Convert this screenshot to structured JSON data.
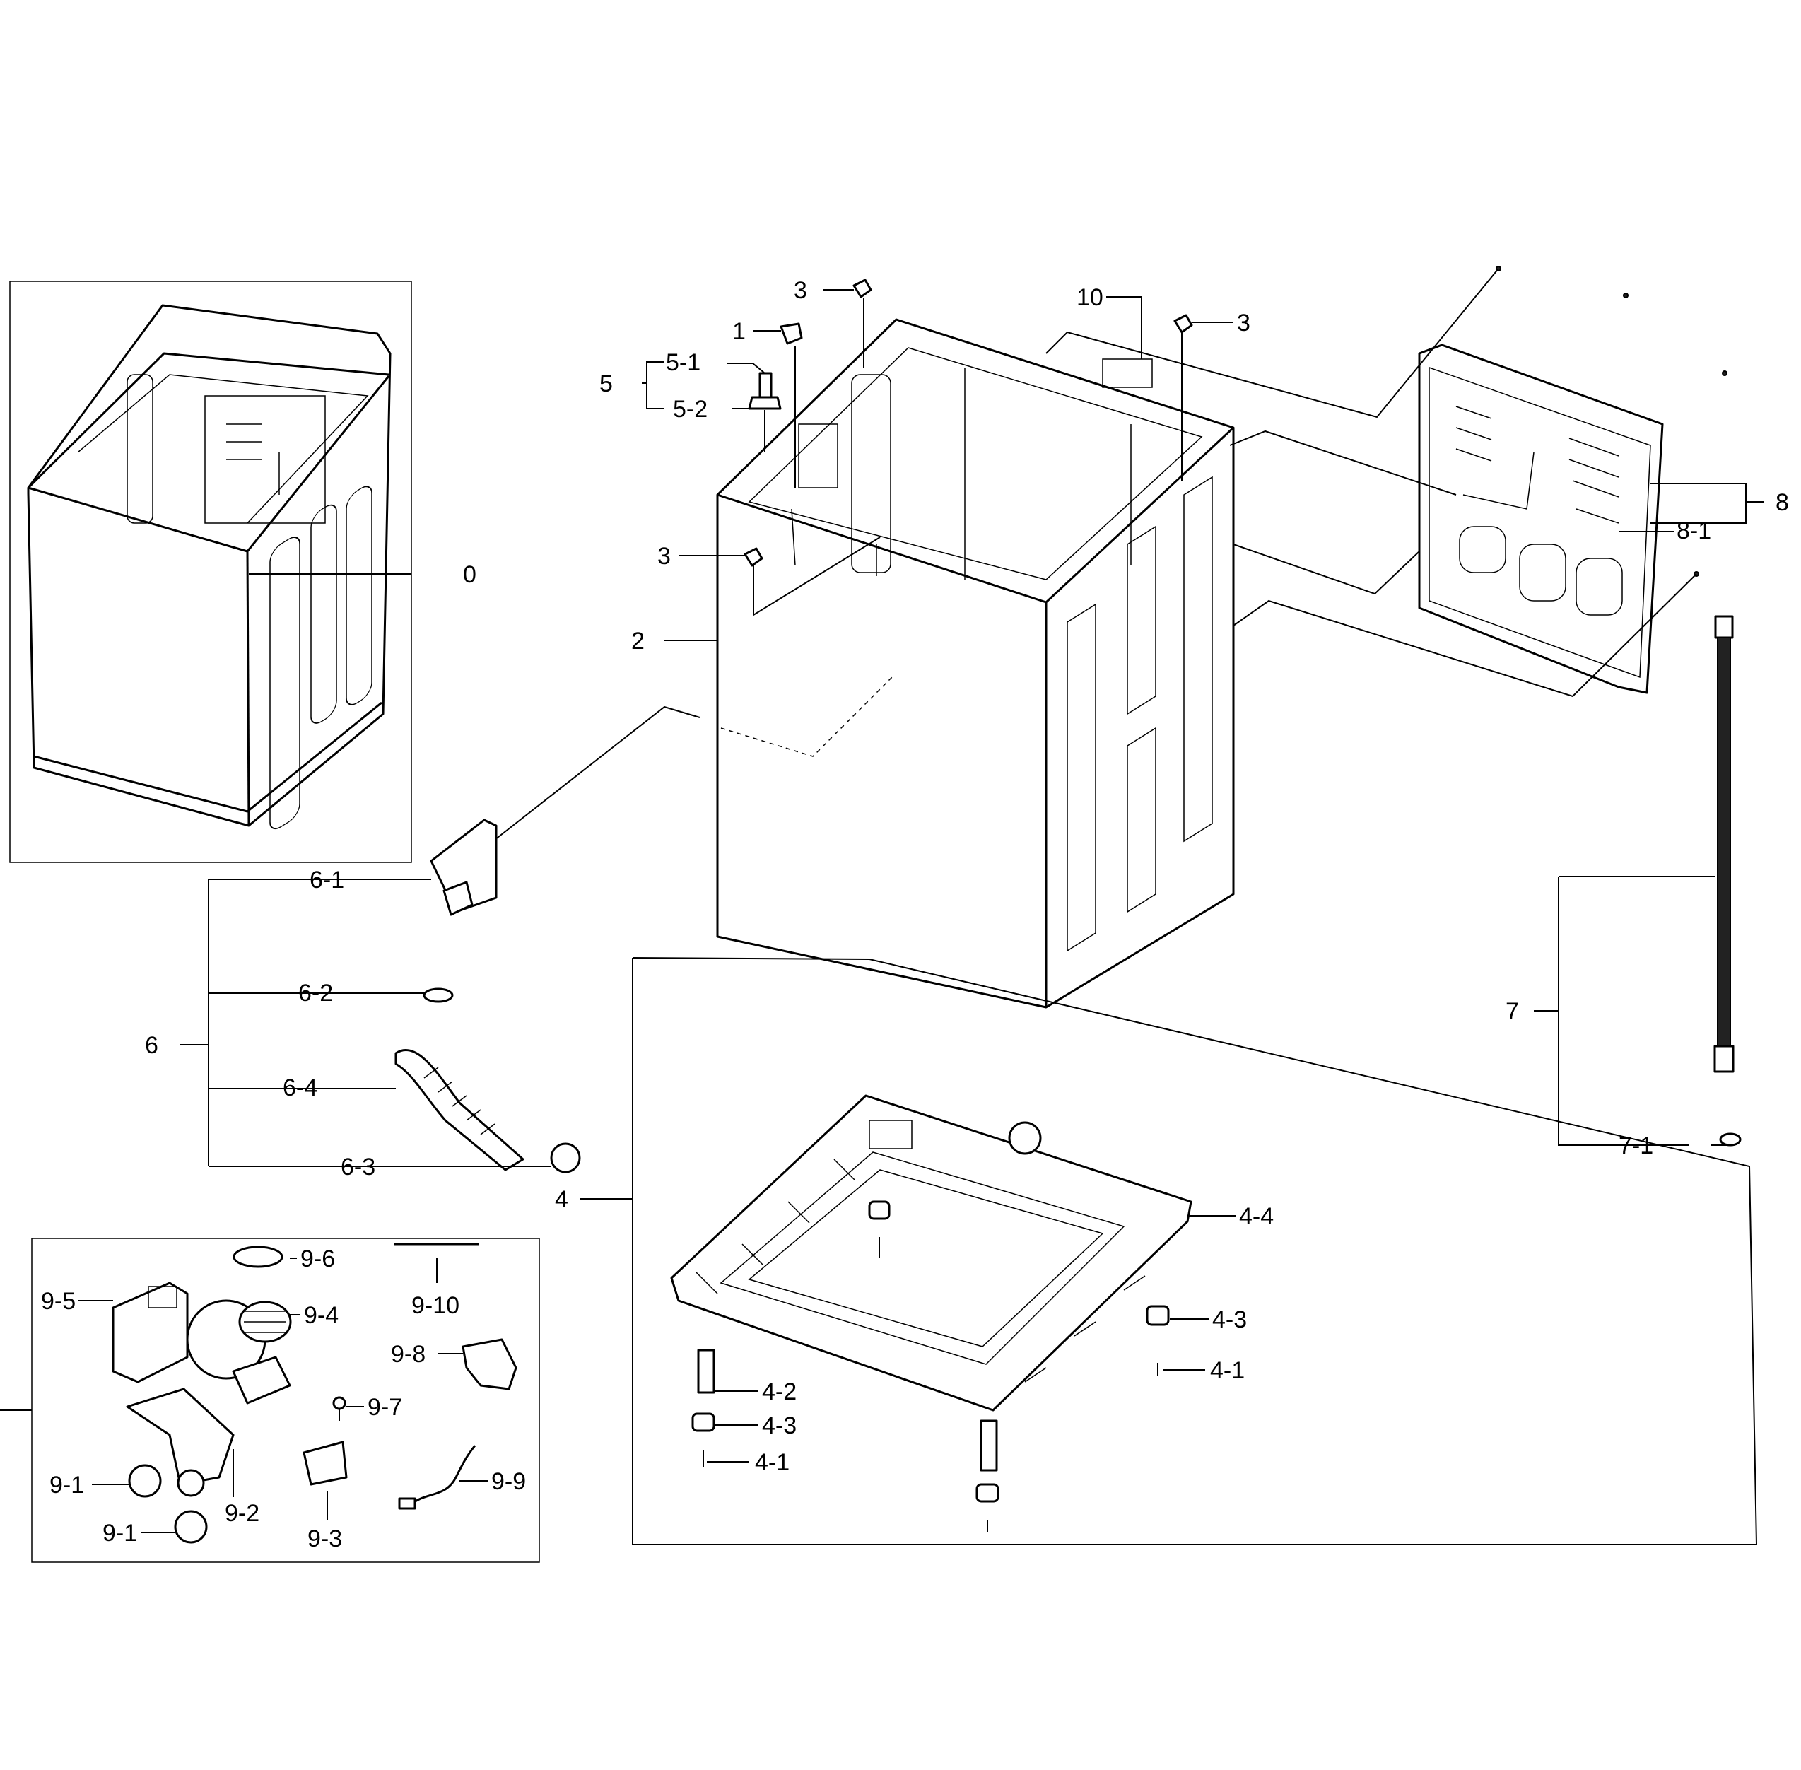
{
  "labels": {
    "l0": "0",
    "l1": "1",
    "l2": "2",
    "l3a": "3",
    "l3b": "3",
    "l3c": "3",
    "l4": "4",
    "l4_1a": "4-1",
    "l4_1b": "4-1",
    "l4_2": "4-2",
    "l4_3a": "4-3",
    "l4_3b": "4-3",
    "l4_4": "4-4",
    "l5": "5",
    "l5_1": "5-1",
    "l5_2": "5-2",
    "l6": "6",
    "l6_1": "6-1",
    "l6_2": "6-2",
    "l6_3": "6-3",
    "l6_4": "6-4",
    "l7": "7",
    "l7_1": "7-1",
    "l8": "8",
    "l8_1": "8-1",
    "l9_1a": "9-1",
    "l9_1b": "9-1",
    "l9_2": "9-2",
    "l9_3": "9-3",
    "l9_4": "9-4",
    "l9_5": "9-5",
    "l9_6": "9-6",
    "l9_7": "9-7",
    "l9_8": "9-8",
    "l9_9": "9-9",
    "l9_10": "9-10",
    "l10": "10"
  }
}
